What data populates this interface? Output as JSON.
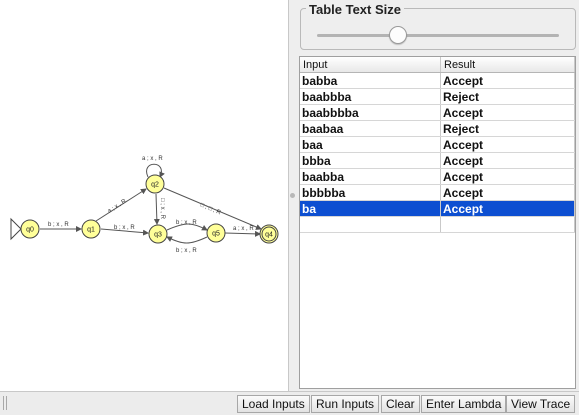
{
  "canvas": {
    "states": [
      {
        "id": "q0",
        "label": "q0",
        "initial": true,
        "final": false
      },
      {
        "id": "q1",
        "label": "q1",
        "initial": false,
        "final": false
      },
      {
        "id": "q2",
        "label": "q2",
        "initial": false,
        "final": false
      },
      {
        "id": "q3",
        "label": "q3",
        "initial": false,
        "final": false
      },
      {
        "id": "q5",
        "label": "q5",
        "initial": false,
        "final": false
      },
      {
        "id": "q4",
        "label": "q4",
        "initial": false,
        "final": true
      }
    ],
    "transitions": [
      {
        "from": "q0",
        "to": "q1",
        "label": "b ; x , R"
      },
      {
        "from": "q1",
        "to": "q2",
        "label": "a ; x , R"
      },
      {
        "from": "q1",
        "to": "q3",
        "label": "b ; x , R"
      },
      {
        "from": "q2",
        "to": "q2",
        "label": "a ; x , R"
      },
      {
        "from": "q2",
        "to": "q3",
        "label": "□ ; x , R"
      },
      {
        "from": "q2",
        "to": "q4",
        "label": "□ ; □ , R"
      },
      {
        "from": "q3",
        "to": "q5",
        "label": "b ; x , R"
      },
      {
        "from": "q5",
        "to": "q3",
        "label": "b ; x , R"
      },
      {
        "from": "q5",
        "to": "q4",
        "label": "a ; x , R"
      }
    ],
    "colors": {
      "state_fill": "#ffff99",
      "state_stroke": "#444444",
      "edge": "#555555"
    }
  },
  "slider": {
    "title": "Table Text Size",
    "value": 0.33
  },
  "table": {
    "headers": {
      "input": "Input",
      "result": "Result"
    },
    "rows": [
      {
        "input": "babba",
        "result": "Accept"
      },
      {
        "input": "baabbba",
        "result": "Reject"
      },
      {
        "input": "baabbbba",
        "result": "Accept"
      },
      {
        "input": "baabaa",
        "result": "Reject"
      },
      {
        "input": "baa",
        "result": "Accept"
      },
      {
        "input": "bbba",
        "result": "Accept"
      },
      {
        "input": "baabba",
        "result": "Accept"
      },
      {
        "input": "bbbbba",
        "result": "Accept"
      },
      {
        "input": "ba",
        "result": "Accept",
        "selected": true
      },
      {
        "input": "",
        "result": ""
      }
    ],
    "selection_color": "#0d4fd1"
  },
  "buttons": {
    "load_inputs": "Load Inputs",
    "run_inputs": "Run Inputs",
    "clear": "Clear",
    "enter_lambda": "Enter Lambda",
    "view_trace": "View Trace"
  }
}
